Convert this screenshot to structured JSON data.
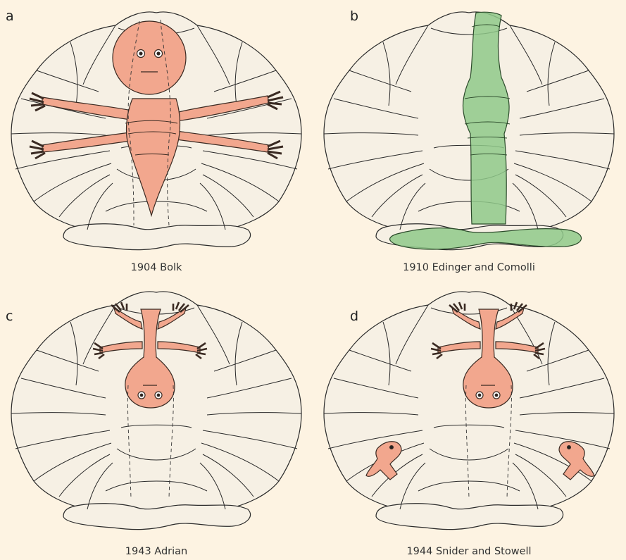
{
  "panels": [
    {
      "letter": "a",
      "caption": "1904 Bolk",
      "style": "bolk",
      "highlight_color": "#f2a78e"
    },
    {
      "letter": "b",
      "caption": "1910 Edinger and Comolli",
      "style": "edinger",
      "highlight_color": "#8fc98a"
    },
    {
      "letter": "c",
      "caption": "1943 Adrian",
      "style": "adrian",
      "highlight_color": "#f2a78e"
    },
    {
      "letter": "d",
      "caption": "1944 Snider and Stowell",
      "style": "snider",
      "highlight_color": "#f2a78e"
    }
  ],
  "colors": {
    "background": "#fdf3e2",
    "cerebellum_fill": "#f6f0e4",
    "outline": "#2a2a2a"
  }
}
